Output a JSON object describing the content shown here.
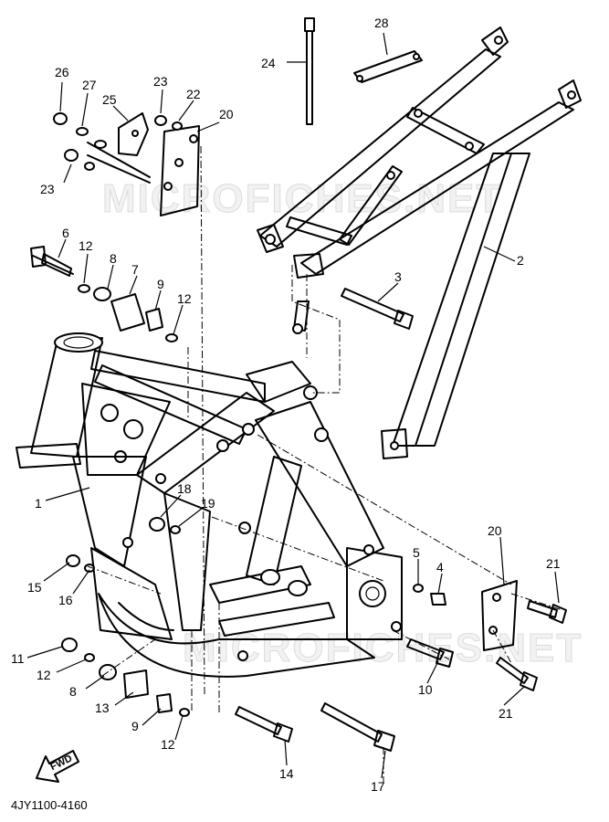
{
  "watermarks": [
    "MICROFICHES.NET",
    "MICROFICHES.NET"
  ],
  "fwd_label": "FWD",
  "diagram_code": "4JY1100-4160",
  "callouts": [
    {
      "id": "c26",
      "text": "26"
    },
    {
      "id": "c27",
      "text": "27"
    },
    {
      "id": "c25",
      "text": "25"
    },
    {
      "id": "c23a",
      "text": "23"
    },
    {
      "id": "c22",
      "text": "22"
    },
    {
      "id": "c20a",
      "text": "20"
    },
    {
      "id": "c23b",
      "text": "23"
    },
    {
      "id": "c24",
      "text": "24"
    },
    {
      "id": "c28",
      "text": "28"
    },
    {
      "id": "c6",
      "text": "6"
    },
    {
      "id": "c12a",
      "text": "12"
    },
    {
      "id": "c8a",
      "text": "8"
    },
    {
      "id": "c7",
      "text": "7"
    },
    {
      "id": "c9a",
      "text": "9"
    },
    {
      "id": "c12b",
      "text": "12"
    },
    {
      "id": "c3",
      "text": "3"
    },
    {
      "id": "c2",
      "text": "2"
    },
    {
      "id": "c1",
      "text": "1"
    },
    {
      "id": "c18",
      "text": "18"
    },
    {
      "id": "c19",
      "text": "19"
    },
    {
      "id": "c15",
      "text": "15"
    },
    {
      "id": "c16",
      "text": "16"
    },
    {
      "id": "c5",
      "text": "5"
    },
    {
      "id": "c4",
      "text": "4"
    },
    {
      "id": "c20b",
      "text": "20"
    },
    {
      "id": "c21a",
      "text": "21"
    },
    {
      "id": "c11",
      "text": "11"
    },
    {
      "id": "c12c",
      "text": "12"
    },
    {
      "id": "c8b",
      "text": "8"
    },
    {
      "id": "c13",
      "text": "13"
    },
    {
      "id": "c9b",
      "text": "9"
    },
    {
      "id": "c12d",
      "text": "12"
    },
    {
      "id": "c10",
      "text": "10"
    },
    {
      "id": "c21b",
      "text": "21"
    },
    {
      "id": "c14",
      "text": "14"
    },
    {
      "id": "c17",
      "text": "17"
    }
  ]
}
